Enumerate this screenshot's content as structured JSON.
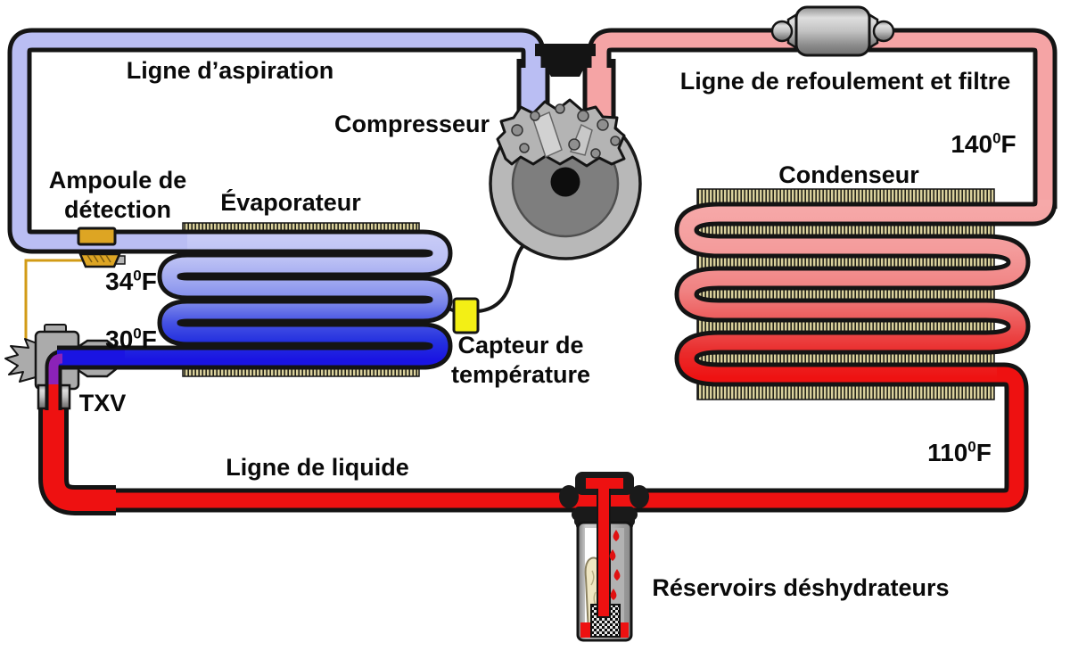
{
  "diagram": {
    "labels": {
      "suction_line": "Ligne d’aspiration",
      "compressor": "Compresseur",
      "discharge_line": "Ligne de refoulement et filtre",
      "condenser": "Condenseur",
      "evaporator": "Évaporateur",
      "sensing_bulb_line1": "Ampoule de",
      "sensing_bulb_line2": "détection",
      "temp_sensor_line1": "Capteur de",
      "temp_sensor_line2": "température",
      "txv": "TXV",
      "liquid_line": "Ligne de liquide",
      "receiver_drier": "Réservoirs déshydrateurs"
    },
    "temperatures": {
      "discharge": {
        "value": "140",
        "sup": "0",
        "unit": "F"
      },
      "evap_upper": {
        "value": "34",
        "sup": "0",
        "unit": "F"
      },
      "evap_lower": {
        "value": "30",
        "sup": "0",
        "unit": "F"
      },
      "liquid": {
        "value": "110",
        "sup": "0",
        "unit": "F"
      }
    },
    "colors": {
      "suction_pipe": "#babef3",
      "discharge_pipe": "#f5a4a5",
      "liquid_pipe": "#ee1111",
      "evaporator_cold": "#1a14e2",
      "fins": "#dad19d",
      "sensing_bulb": "#dda523",
      "temperature_sensor": "#f3ef15",
      "valve_body": "#ababab"
    }
  }
}
